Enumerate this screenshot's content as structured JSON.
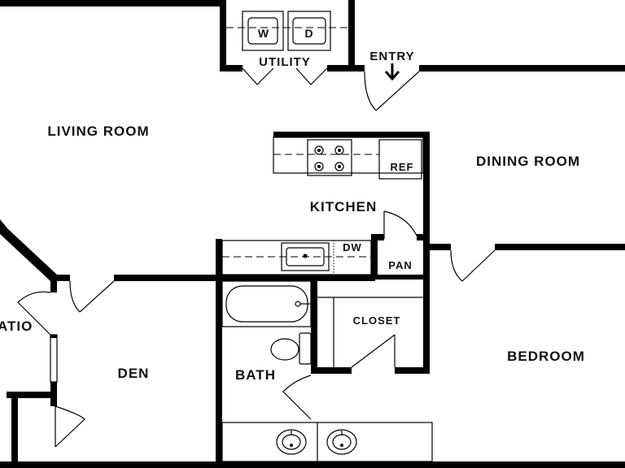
{
  "rooms": {
    "living_room": "LIVING ROOM",
    "utility": "UTILITY",
    "entry": "ENTRY",
    "dining_room": "DINING ROOM",
    "kitchen": "KITCHEN",
    "ref": "REF",
    "dw": "DW",
    "pan": "PAN",
    "closet": "CLOSET",
    "bedroom": "BEDROOM",
    "bath": "BATH",
    "den": "DEN",
    "patio": "ATIO"
  },
  "appliances": {
    "washer": "W",
    "dryer": "D"
  },
  "icons": {
    "entry_arrow": "arrow-down-icon",
    "range": "stove-icon",
    "sink": "sink-icon",
    "toilet": "toilet-icon",
    "tub": "bathtub-icon"
  },
  "colors": {
    "wall": "#000000",
    "background": "#ffffff",
    "label": "#111111"
  }
}
